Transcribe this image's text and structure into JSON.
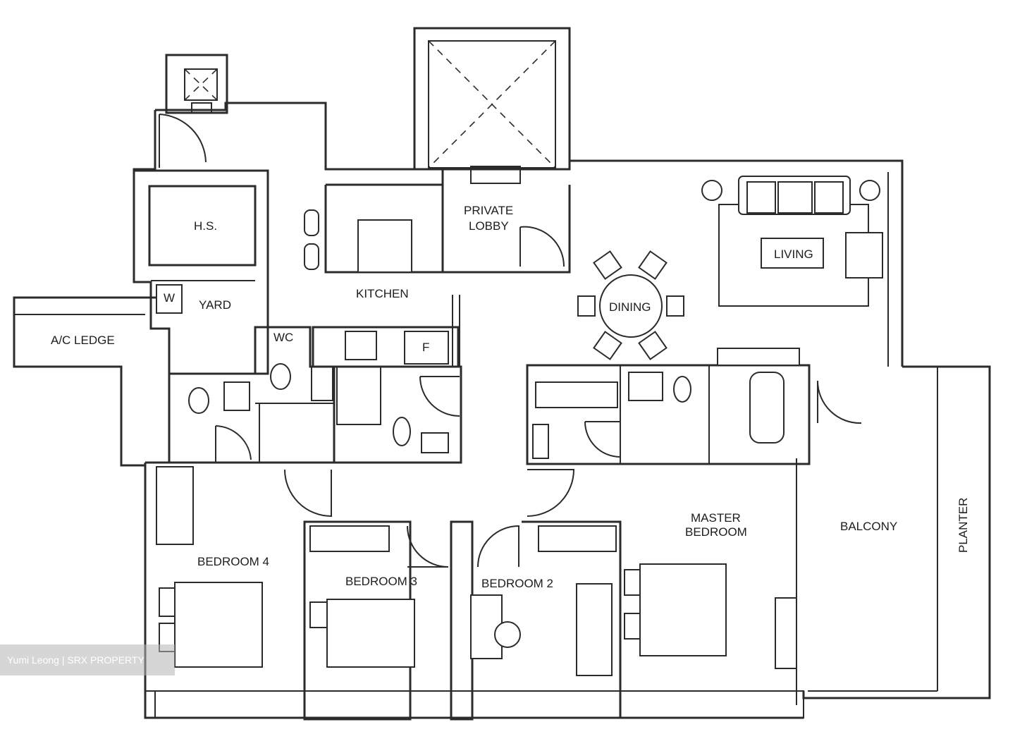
{
  "plan": {
    "rooms": {
      "hs": "H.S.",
      "yard": "YARD",
      "w": "W",
      "ac_ledge": "A/C LEDGE",
      "kitchen": "KITCHEN",
      "f": "F",
      "wc": "WC",
      "private_lobby_1": "PRIVATE",
      "private_lobby_2": "LOBBY",
      "dining": "DINING",
      "living": "LIVING",
      "master_1": "MASTER",
      "master_2": "BEDROOM",
      "balcony": "BALCONY",
      "planter": "PLANTER",
      "bedroom4": "BEDROOM 4",
      "bedroom3": "BEDROOM 3",
      "bedroom2": "BEDROOM 2"
    }
  },
  "watermark": "Yumi Leong | SRX PROPERTY"
}
